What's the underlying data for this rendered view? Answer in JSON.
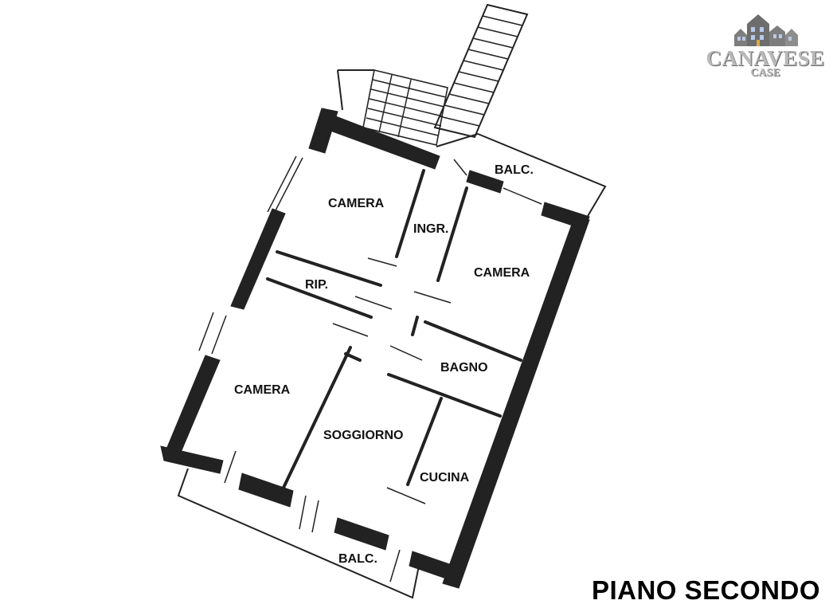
{
  "plan": {
    "title": "PIANO SECONDO",
    "rooms": {
      "camera_north": "CAMERA",
      "ingresso": "INGR.",
      "camera_east": "CAMERA",
      "balcone_north": "BALC.",
      "ripostiglio": "RIP.",
      "bagno": "BAGNO",
      "camera_west": "CAMERA",
      "soggiorno": "SOGGIORNO",
      "cucina": "CUCINA",
      "balcone_south": "BALC."
    }
  },
  "logo": {
    "name": "CANAVESE",
    "subtitle": "CASE"
  }
}
